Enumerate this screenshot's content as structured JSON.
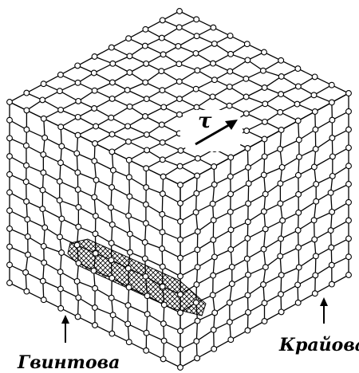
{
  "figure": {
    "vector_symbol": "τ",
    "label_screw": "Гвинтова",
    "label_edge": "Крайова"
  },
  "colors": {
    "ink": "#000000",
    "paper": "#ffffff"
  }
}
